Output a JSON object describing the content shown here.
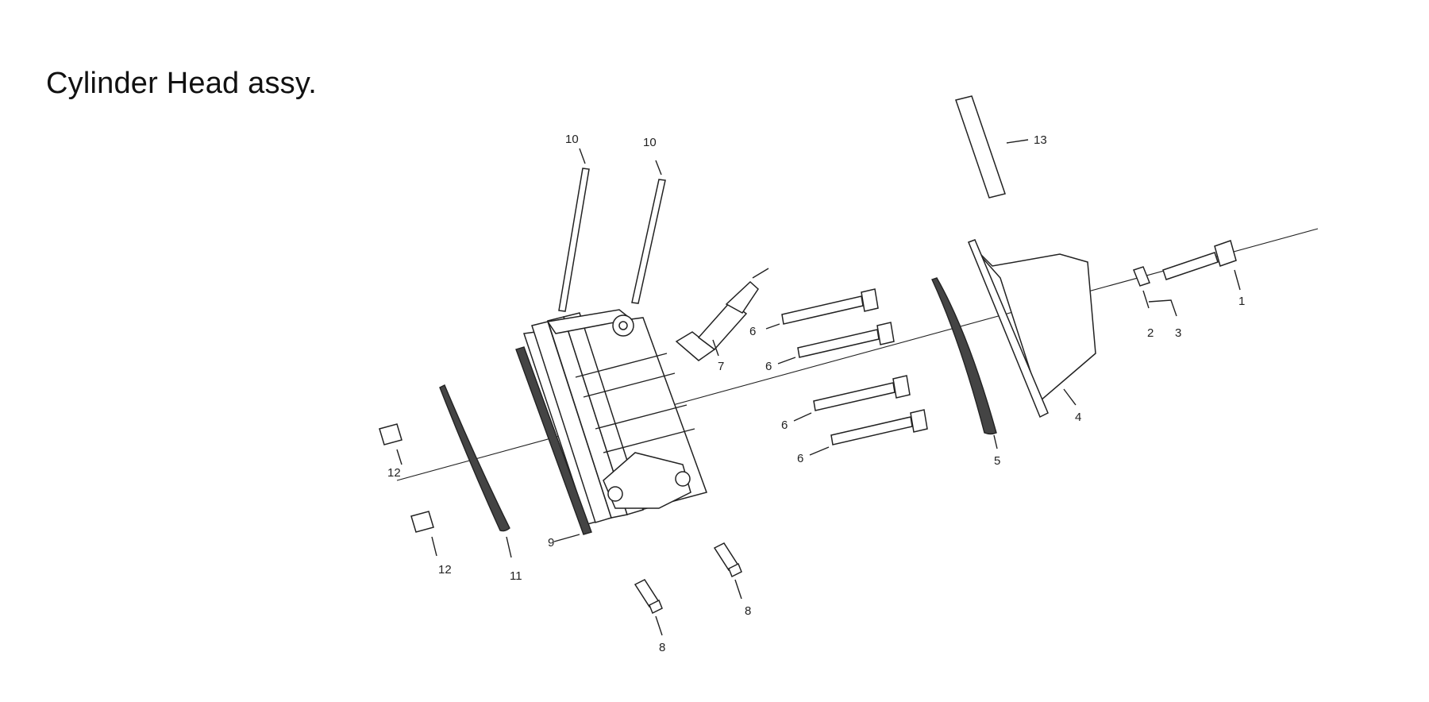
{
  "title": "Cylinder Head assy.",
  "callouts": {
    "c1": "1",
    "c2": "2",
    "c3": "3",
    "c4": "4",
    "c5": "5",
    "c6a": "6",
    "c6b": "6",
    "c6c": "6",
    "c6d": "6",
    "c7": "7",
    "c8a": "8",
    "c8b": "8",
    "c9": "9",
    "c10a": "10",
    "c10b": "10",
    "c11": "11",
    "c12a": "12",
    "c12b": "12",
    "c13": "13"
  }
}
